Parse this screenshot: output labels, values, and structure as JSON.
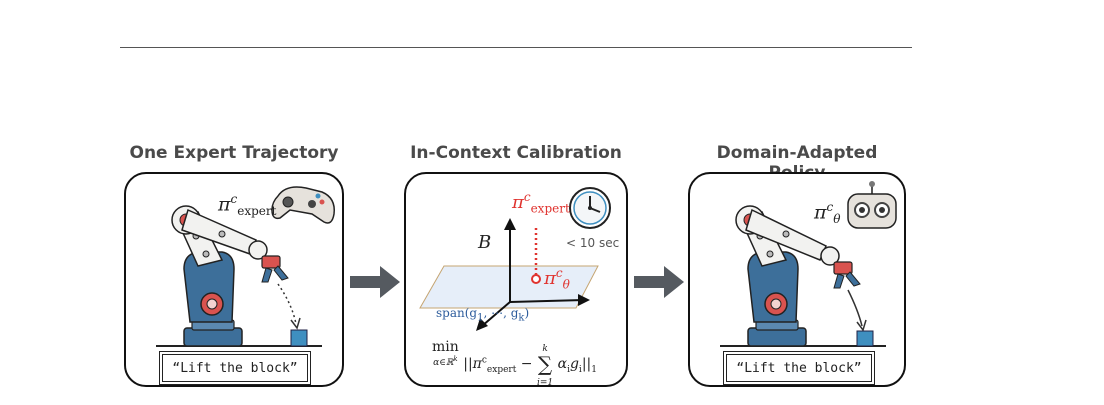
{
  "titles": {
    "left": "One Expert Trajectory",
    "middle": "In-Context Calibration",
    "right": "Domain-Adapted Policy"
  },
  "left_panel": {
    "pi_symbol": "π",
    "pi_sup": "c",
    "pi_sub": "expert",
    "command": "“Lift the block”",
    "icon": "gamepad-icon"
  },
  "middle_panel": {
    "axis_label": "B",
    "expert_symbol": "π",
    "expert_sup": "c",
    "expert_sub": "expert",
    "theta_symbol": "π",
    "theta_sup": "c",
    "theta_sub": "θ",
    "time": "< 10 sec",
    "span_label": "span(g",
    "span_sub1": "1",
    "span_mid": ", ⋯, g",
    "span_subk": "k",
    "span_close": ")",
    "formula_min": "min",
    "formula_under": "α∈ℝ",
    "formula_under_sup": "k",
    "formula_body": "||π",
    "formula_body_sup": "c",
    "formula_body_sub": "expert",
    "formula_minus": " − ",
    "formula_sum": "∑",
    "formula_sum_top": "k",
    "formula_sum_bottom": "i=1",
    "formula_term": "α",
    "formula_term_sub": "i",
    "formula_term2": "g",
    "formula_term2_sub": "i",
    "formula_norm": "||",
    "formula_norm_sub": "1",
    "icon": "clock-icon"
  },
  "right_panel": {
    "pi_symbol": "π",
    "pi_sup": "c",
    "pi_sub": "θ",
    "command": "“Lift the block”",
    "icon": "robot-head-icon"
  },
  "colors": {
    "red": "#e0332f",
    "robot_blue": "#3d6f9a",
    "robot_red": "#d9534f",
    "block_blue": "#3f8fc0",
    "plane_fill": "#e6eef9",
    "arrow_gray": "#555a60"
  }
}
